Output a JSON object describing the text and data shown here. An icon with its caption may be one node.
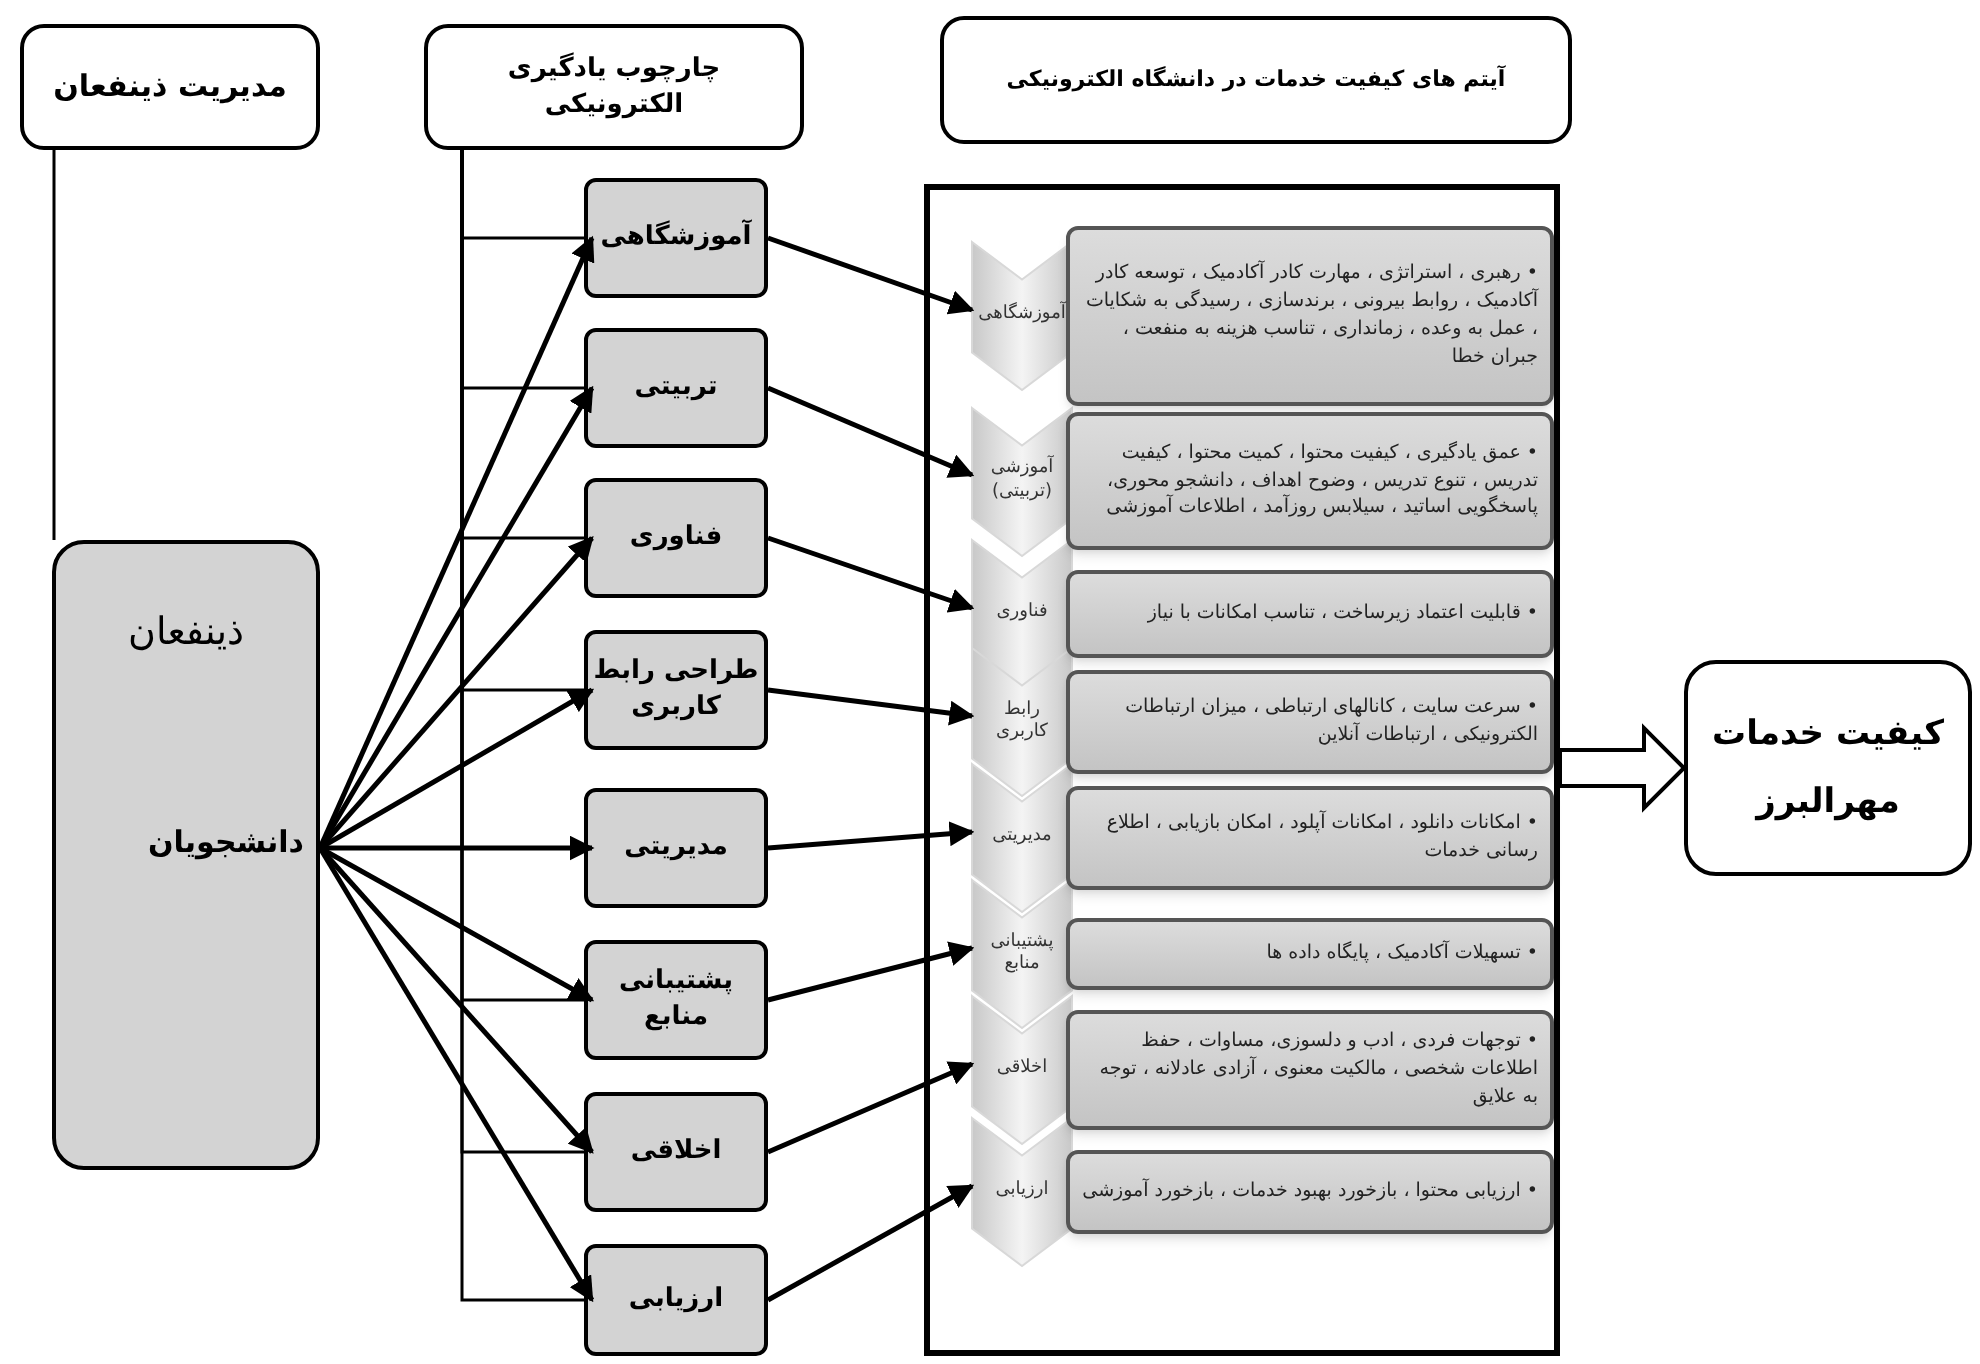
{
  "diagram": {
    "nodes": [
      {
        "text": [
          "مدیریت ذینفعان"
        ]
      },
      {
        "text": [
          "چارچوب یادگیری الکترونیکی"
        ]
      },
      {
        "text": [
          "آیتم های کیفیت خدمات در دانشگاه الکترونیکی"
        ]
      },
      {
        "text": [
          "ذینفعان",
          "دانشجویان"
        ]
      },
      {
        "text": [
          "آموزشگاهی"
        ]
      },
      {
        "text": [
          "تربیتی"
        ]
      },
      {
        "text": [
          "فناوری"
        ]
      },
      {
        "text": [
          "طراحی رابط کاربری"
        ]
      },
      {
        "text": [
          "مدیریتی"
        ]
      },
      {
        "text": [
          "پشتیبانی منابع"
        ]
      },
      {
        "text": [
          "اخلاقی"
        ]
      },
      {
        "text": [
          "ارزیابی"
        ]
      },
      {
        "text": [],
        "shape": "box"
      },
      {
        "text": [
          "آموزشگاهی"
        ],
        "in": 12
      },
      {
        "text": [
          "آموزشی (تربیتی)"
        ],
        "in": 12
      },
      {
        "text": [
          "فناوری"
        ],
        "in": 12
      },
      {
        "text": [
          "رابط کاربری"
        ],
        "in": 12
      },
      {
        "text": [
          "مدیریتی"
        ],
        "in": 12
      },
      {
        "text": [
          "پشتیبانی منابع"
        ],
        "in": 12
      },
      {
        "text": [
          "اخلاقی"
        ],
        "in": 12
      },
      {
        "text": [
          "ارزیابی"
        ],
        "in": 12
      },
      {
        "text": [
          "• رهبری ، استراتژی ، مهارت کادر آکادمیک ، توسعه کادر آکادمیک ، روابط بیرونی ، برندسازی ، رسیدگی به شکایات ، عمل به وعده ، زمانداری ، تناسب هزینه به منفعت ، جبران خطا"
        ],
        "in": 12
      },
      {
        "text": [
          "• عمق یادگیری ، کیفیت محتوا ، کمیت محتوا ، کیفیت تدریس ، تنوع تدریس ، وضوح اهداف ، دانشجو محوری، پاسخگویی اساتید ، سیلابس روزآمد ، اطلاعات آموزشی"
        ],
        "in": 12
      },
      {
        "text": [
          "• قابلیت اعتماد زیرساخت ، تناسب امکانات با نیاز"
        ],
        "in": 12
      },
      {
        "text": [
          "• سرعت سایت ، کانالهای ارتباطی ، میزان ارتباطات الکترونیکی ، ارتباطات آنلاین"
        ],
        "in": 12
      },
      {
        "text": [
          "• امکانات دانلود ، امکانات آپلود ، امکان بازیابی ، اطلاع رسانی خدمات"
        ],
        "in": 12
      },
      {
        "text": [
          "• تسهیلات آکادمیک ، پایگاه داده ها"
        ],
        "in": 12
      },
      {
        "text": [
          "• توجهات فردی ، ادب و دلسوزی، مساوات ، حفظ اطلاعات شخصی ، مالکیت معنوی ، آزادی عادلانه ، توجه به علایق"
        ],
        "in": 12
      },
      {
        "text": [
          "• ارزیابی محتوا ، بازخورد بهبود خدمات ، بازخورد آموزشی"
        ],
        "in": 12
      },
      {
        "text": [
          "کیفیت خدمات مهرالبرز"
        ]
      }
    ],
    "edges": [
      {
        "from": 0,
        "to": 3,
        "arrow": "none"
      },
      {
        "from": 1,
        "to": 4,
        "arrow": "none"
      },
      {
        "from": 1,
        "to": 5,
        "arrow": "none"
      },
      {
        "from": 1,
        "to": 6,
        "arrow": "none"
      },
      {
        "from": 1,
        "to": 7,
        "arrow": "none"
      },
      {
        "from": 1,
        "to": 8,
        "arrow": "none"
      },
      {
        "from": 1,
        "to": 9,
        "arrow": "none"
      },
      {
        "from": 1,
        "to": 10,
        "arrow": "none"
      },
      {
        "from": 1,
        "to": 11,
        "arrow": "none"
      },
      {
        "from": 3,
        "to": 4,
        "arrow": "to"
      },
      {
        "from": 3,
        "to": 5,
        "arrow": "to"
      },
      {
        "from": 3,
        "to": 6,
        "arrow": "to"
      },
      {
        "from": 3,
        "to": 7,
        "arrow": "to"
      },
      {
        "from": 3,
        "to": 8,
        "arrow": "to"
      },
      {
        "from": 3,
        "to": 9,
        "arrow": "to"
      },
      {
        "from": 3,
        "to": 10,
        "arrow": "to"
      },
      {
        "from": 3,
        "to": 11,
        "arrow": "to"
      },
      {
        "from": 4,
        "to": 13,
        "arrow": "to"
      },
      {
        "from": 5,
        "to": 14,
        "arrow": "to"
      },
      {
        "from": 6,
        "to": 15,
        "arrow": "to"
      },
      {
        "from": 7,
        "to": 16,
        "arrow": "to"
      },
      {
        "from": 8,
        "to": 17,
        "arrow": "to"
      },
      {
        "from": 9,
        "to": 18,
        "arrow": "to"
      },
      {
        "from": 10,
        "to": 19,
        "arrow": "to"
      },
      {
        "from": 11,
        "to": 20,
        "arrow": "to"
      },
      {
        "from": 12,
        "to": 29,
        "arrow": "to",
        "style": "thick"
      }
    ]
  }
}
